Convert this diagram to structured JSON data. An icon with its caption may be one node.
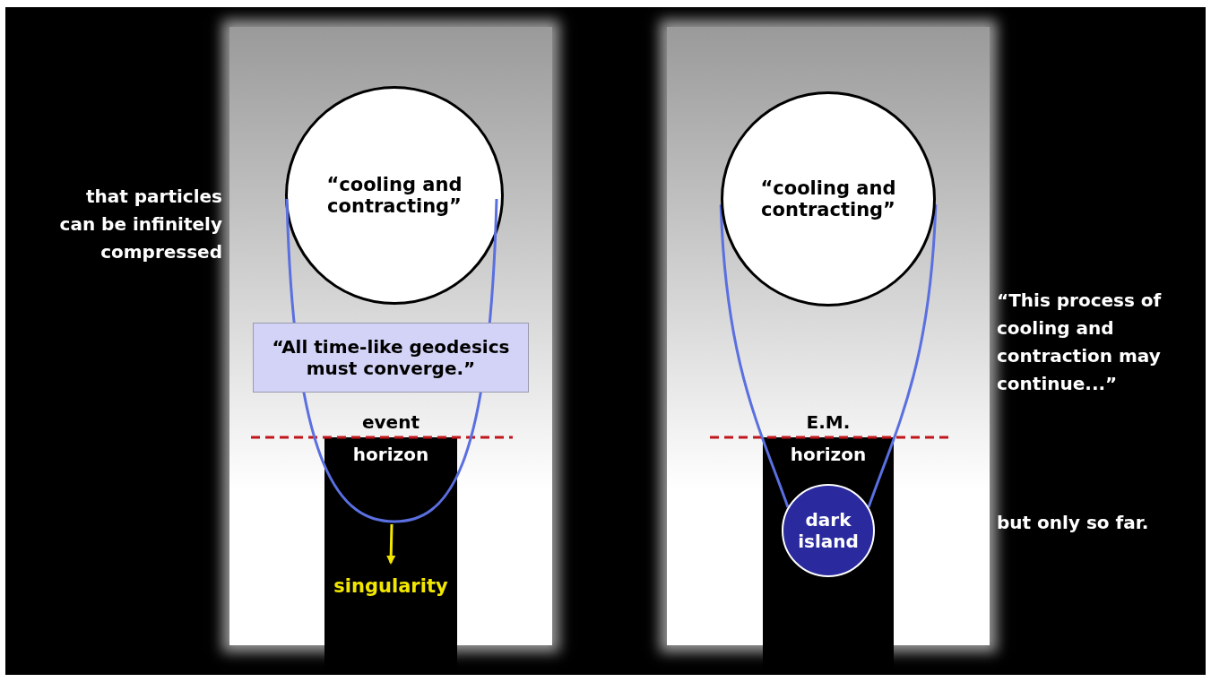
{
  "diagram": {
    "nodes": [
      {
        "text": [
          "“cooling and contracting”"
        ]
      },
      {
        "text": [
          "“All time-like geodesics must converge.”"
        ]
      },
      {
        "text": [
          "singularity"
        ]
      },
      {
        "text": [
          "“cooling and contracting”"
        ]
      },
      {
        "text": [
          "dark island"
        ]
      },
      {
        "text": [],
        "shape": "curve"
      }
    ],
    "edges": [
      {
        "from": 5,
        "to": 2,
        "arrow": "to",
        "color": "#f2e600"
      },
      {
        "from": 3,
        "to": 4,
        "arrow": "none"
      },
      {
        "from": 3,
        "to": 4,
        "arrow": "none"
      }
    ],
    "labels": [
      "that particles can be infinitely compressed",
      "event",
      "horizon",
      "E.M.",
      "horizon",
      "“This process of cooling and contraction may continue...”",
      "but only so far."
    ]
  }
}
